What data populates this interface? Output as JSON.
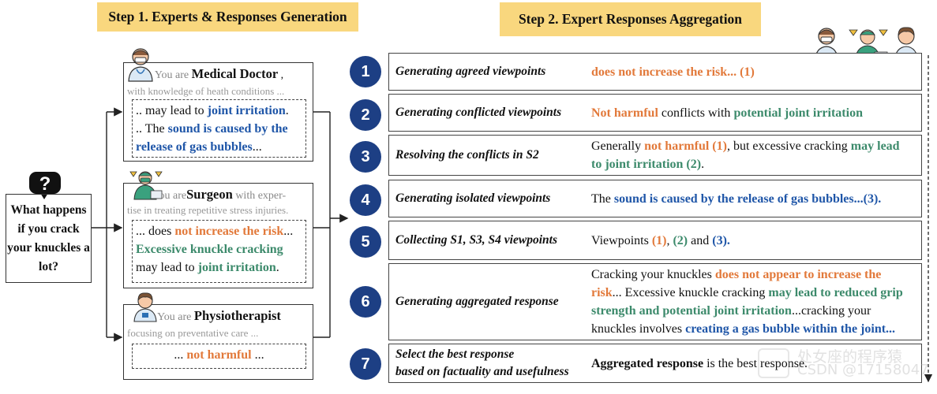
{
  "step1": {
    "title": "Step 1. Experts & Responses Generation"
  },
  "step2": {
    "title": "Step 2. Expert Responses Aggregation"
  },
  "question": {
    "text": "What happens if you crack your knuckles a lot?",
    "icon": "question-bubble-icon"
  },
  "experts": [
    {
      "prefix": "You are",
      "role": "Medical Doctor",
      "role_suffix": " ,",
      "description": "with knowledge of heath conditions ...",
      "response": [
        [
          {
            "t": ".. may lead to ",
            "c": ""
          },
          {
            "t": "joint irritation",
            "c": "blue"
          },
          {
            "t": ".",
            "c": ""
          }
        ],
        [
          {
            "t": ".. The ",
            "c": ""
          },
          {
            "t": "sound is caused by the release of gas bubbles",
            "c": "blue"
          },
          {
            "t": "...",
            "c": ""
          }
        ]
      ]
    },
    {
      "prefix": "You are",
      "role": "Surgeon",
      "role_suffix": " with exper-",
      "description": "tise in treating repetitive stress injuries.",
      "response": [
        [
          {
            "t": "... does ",
            "c": ""
          },
          {
            "t": "not increase the risk",
            "c": "orange"
          },
          {
            "t": "...",
            "c": ""
          }
        ],
        [
          {
            "t": "Excessive knuckle cracking",
            "c": "green"
          }
        ],
        [
          {
            "t": "may lead to ",
            "c": ""
          },
          {
            "t": "joint irritation",
            "c": "green"
          },
          {
            "t": ".",
            "c": ""
          }
        ]
      ]
    },
    {
      "prefix": "You are",
      "role": "Physiotherapist",
      "role_suffix": "",
      "description": "focusing on preventative care ...",
      "response": [
        [
          {
            "t": "... ",
            "c": ""
          },
          {
            "t": "not harmful",
            "c": "orange"
          },
          {
            "t": " ...",
            "c": ""
          }
        ]
      ]
    }
  ],
  "steps": [
    {
      "num": "1",
      "label": "Generating agreed viewpoints",
      "text": [
        {
          "t": "does not increase the risk... (1)",
          "c": "orange"
        }
      ]
    },
    {
      "num": "2",
      "label": "Generating conflicted viewpoints",
      "text": [
        {
          "t": "Not harmful",
          "c": "orange"
        },
        {
          "t": " conflicts with ",
          "c": ""
        },
        {
          "t": "potential joint irritation",
          "c": "green"
        }
      ]
    },
    {
      "num": "3",
      "label": "Resolving the conflicts in S2",
      "text": [
        {
          "t": "Generally ",
          "c": ""
        },
        {
          "t": "not harmful (1)",
          "c": "orange"
        },
        {
          "t": ", but excessive cracking ",
          "c": ""
        },
        {
          "t": "may lead to joint irritation (2)",
          "c": "green"
        },
        {
          "t": ".",
          "c": ""
        }
      ]
    },
    {
      "num": "4",
      "label": "Generating isolated viewpoints",
      "text": [
        {
          "t": "The ",
          "c": ""
        },
        {
          "t": "sound is caused by the release of gas bubbles...(3).",
          "c": "blue"
        }
      ]
    },
    {
      "num": "5",
      "label": "Collecting S1, S3, S4 viewpoints",
      "text": [
        {
          "t": "Viewpoints ",
          "c": ""
        },
        {
          "t": "(1)",
          "c": "orange"
        },
        {
          "t": ", ",
          "c": ""
        },
        {
          "t": "(2)",
          "c": "green"
        },
        {
          "t": " and ",
          "c": ""
        },
        {
          "t": "(3).",
          "c": "blue"
        }
      ]
    },
    {
      "num": "6",
      "label": "Generating aggregated response",
      "text": [
        {
          "t": "Cracking your knuckles ",
          "c": ""
        },
        {
          "t": "does not appear to increase the risk",
          "c": "orange"
        },
        {
          "t": "... Excessive knuckle cracking ",
          "c": ""
        },
        {
          "t": "may lead to reduced grip strength and potential joint irritation",
          "c": "green"
        },
        {
          "t": "...cracking your knuckles involves ",
          "c": ""
        },
        {
          "t": "creating a gas bubble within the joint...",
          "c": "blue"
        }
      ]
    },
    {
      "num": "7",
      "label": "Select the best response\nbased on factuality and usefulness",
      "text": [
        {
          "t": "Aggregated response",
          "c": "bold"
        },
        {
          "t": " is the best response.",
          "c": ""
        }
      ]
    }
  ],
  "watermark": {
    "line1": "处女座的程序猿",
    "line2": "CSDN @17158047"
  },
  "colors": {
    "orange": "#e2793a",
    "green": "#3c8a6b",
    "blue": "#1f56a8",
    "circle": "#1d3f84",
    "banner": "#f9d77e"
  }
}
